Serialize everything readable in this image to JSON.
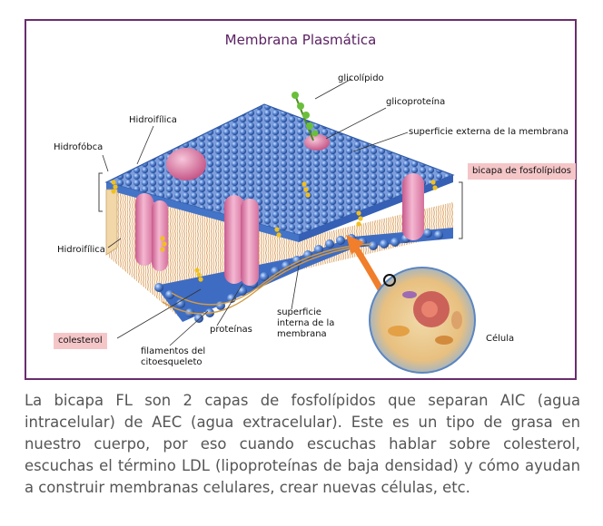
{
  "title": "Membrana Plasmática",
  "labels": {
    "glicolipido": "glicolípido",
    "glicoproteina": "glicoproteína",
    "superficie_externa": "superficie externa de la membrana",
    "hidroifilica_top": "Hidroifílica",
    "hidrofobca": "Hidrofóbca",
    "bicapa": "bicapa de fosfolípidos",
    "hidroifilica_bottom": "Hidroifílica",
    "colesterol": "colesterol",
    "proteinas": "proteínas",
    "filamentos": "filamentos del citoesqueleto",
    "superficie_interna": "superficie interna de la membrana",
    "celula": "Célula"
  },
  "colors": {
    "frame": "#6a2d6e",
    "highlight": "#f5c6c8",
    "head_blue": "#3d6fc4",
    "protein_pink": "#e890b4",
    "cholesterol": "#f0c020",
    "glyco_green": "#6abf3a"
  },
  "caption": "La bicapa FL son 2 capas de fosfolípidos que separan AIC (agua intracelular) de AEC (agua extracelular). Este es un tipo de grasa en nuestro cuerpo, por eso cuando escuchas hablar sobre colesterol, escuchas el término LDL (lipoproteínas de baja densidad) y cómo ayudan a construir membranas celulares, crear nuevas células, etc."
}
